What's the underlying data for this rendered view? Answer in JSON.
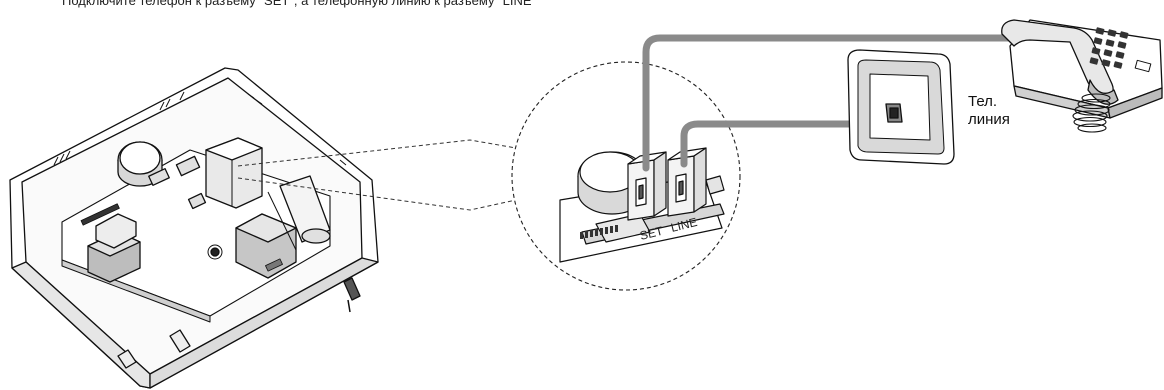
{
  "instruction_text": "Подключите телефон к разъему \"SET\", а телефонную линию к разъему \"LINE\"",
  "port_labels": {
    "set": "SET",
    "line": "LINE"
  },
  "wall_socket": {
    "label_line1": "Тел.",
    "label_line2": "линия"
  }
}
